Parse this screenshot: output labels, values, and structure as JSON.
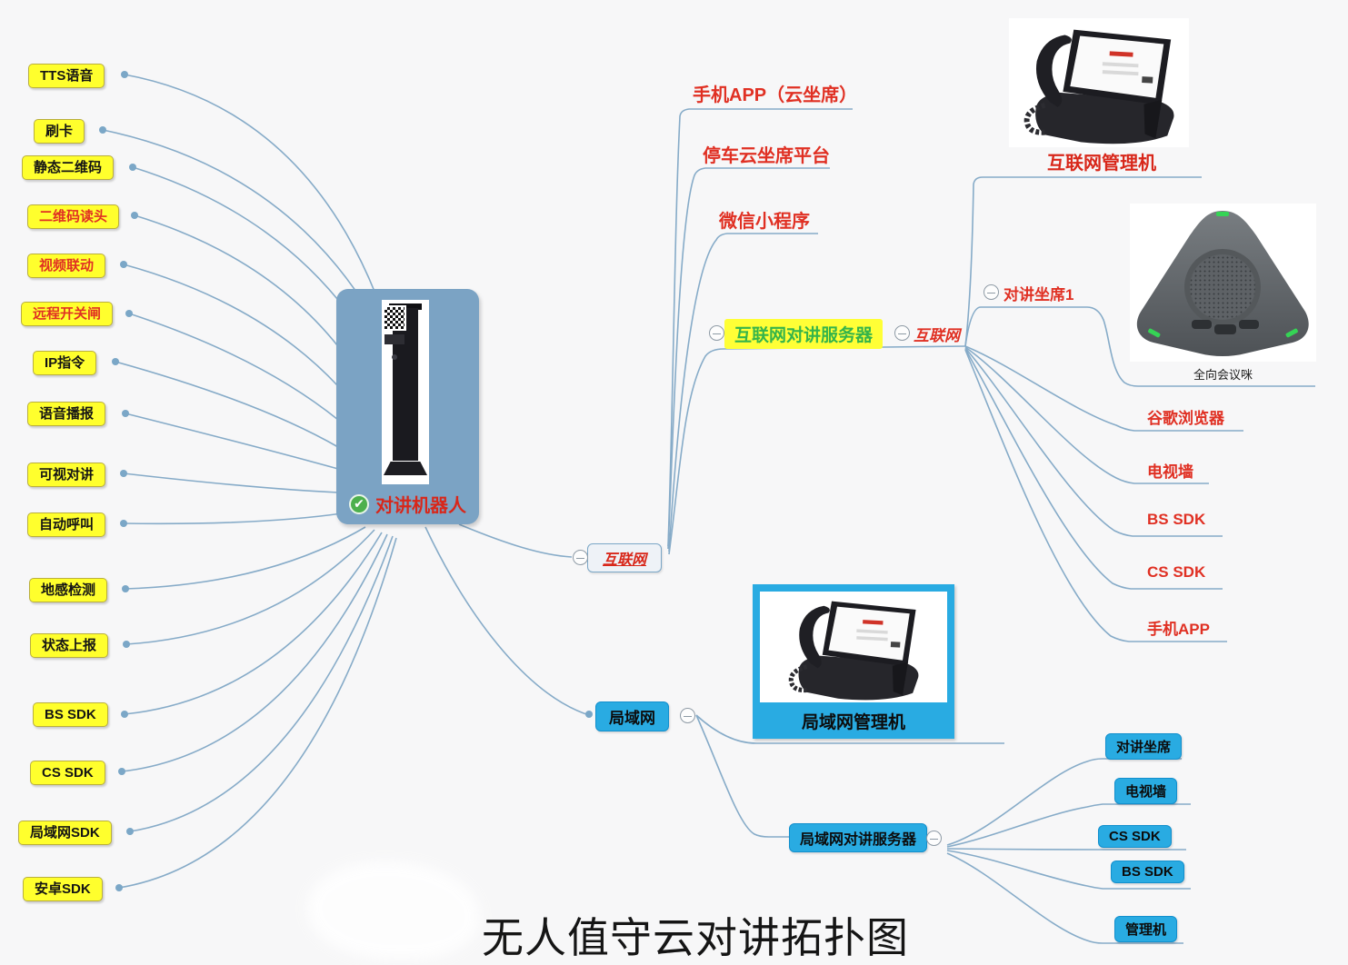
{
  "title": "无人值守云对讲拓扑图",
  "robot": {
    "label": "对讲机器人"
  },
  "left_features": [
    {
      "label": "TTS语音"
    },
    {
      "label": "刷卡"
    },
    {
      "label": "静态二维码"
    },
    {
      "label": "二维码读头"
    },
    {
      "label": "视频联动"
    },
    {
      "label": "远程开关闸"
    },
    {
      "label": "IP指令"
    },
    {
      "label": "语音播报"
    },
    {
      "label": "可视对讲"
    },
    {
      "label": "自动呼叫"
    },
    {
      "label": "地感检测"
    },
    {
      "label": "状态上报"
    },
    {
      "label": "BS SDK"
    },
    {
      "label": "CS SDK"
    },
    {
      "label": "局域网SDK"
    },
    {
      "label": "安卓SDK"
    }
  ],
  "internet": {
    "node_label": "互联网",
    "branches": [
      "手机APP（云坐席）",
      "停车云坐席平台",
      "微信小程序"
    ],
    "server_label": "互联网对讲服务器",
    "link_label": "互联网",
    "manager_caption": "互联网管理机",
    "seat_label": "对讲坐席1",
    "mic_caption": "全向会议咪",
    "clients": [
      "谷歌浏览器",
      "电视墙",
      "BS SDK",
      "CS SDK",
      "手机APP"
    ]
  },
  "lan": {
    "node_label": "局域网",
    "manager_caption": "局域网管理机",
    "server_label": "局域网对讲服务器",
    "clients": [
      "对讲坐席",
      "电视墙",
      "CS SDK",
      "BS SDK",
      "管理机"
    ]
  },
  "icons": {
    "check": "✔"
  },
  "colors": {
    "background": "#f7f7f8",
    "connector": "#86abc8",
    "node_yellow": "#ffff2d",
    "node_blue": "#29abe2",
    "root_steel_blue": "#7ba3c4",
    "text_red": "#e03023",
    "text_green": "#35b44a",
    "check_green": "#4db04d"
  }
}
